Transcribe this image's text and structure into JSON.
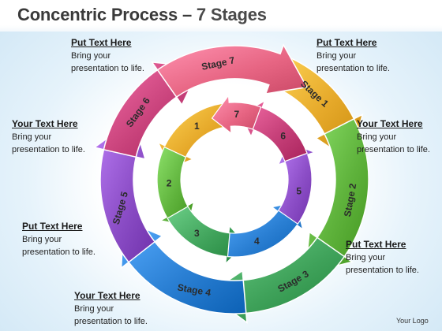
{
  "title": {
    "main": "Concentric Process – ",
    "sub": "7 Stages"
  },
  "colors": {
    "stage1": "#e6a92a",
    "stage2": "#5fb33c",
    "stage3": "#3fa25a",
    "stage4": "#2a7fd3",
    "stage5": "#8d4fc8",
    "stage6": "#c7417a",
    "stage7": "#e76583"
  },
  "outer_ring": [
    {
      "label": "Stage 1",
      "color": "#e6a92a"
    },
    {
      "label": "Stage 2",
      "color": "#5fb33c"
    },
    {
      "label": "Stage 3",
      "color": "#3fa25a"
    },
    {
      "label": "Stage 4",
      "color": "#2a7fd3"
    },
    {
      "label": "Stage 5",
      "color": "#8d4fc8"
    },
    {
      "label": "Stage 6",
      "color": "#c7417a"
    },
    {
      "label": "Stage 7",
      "color": "#e76583"
    }
  ],
  "inner_ring": [
    {
      "label": "1",
      "color": "#e6a92a"
    },
    {
      "label": "2",
      "color": "#5fb33c"
    },
    {
      "label": "3",
      "color": "#3fa25a"
    },
    {
      "label": "4",
      "color": "#2a7fd3"
    },
    {
      "label": "5",
      "color": "#8d4fc8"
    },
    {
      "label": "6",
      "color": "#c7417a"
    },
    {
      "label": "7",
      "color": "#e76583"
    }
  ],
  "notes": [
    {
      "heading": "Put Text Here",
      "line1": "Bring your",
      "line2": "presentation to life."
    },
    {
      "heading": "Put Text Here",
      "line1": "Bring your",
      "line2": "presentation to life."
    },
    {
      "heading": "Your Text Here",
      "line1": "Bring your",
      "line2": "presentation to life."
    },
    {
      "heading": "Your Text Here",
      "line1": "Bring your",
      "line2": "presentation to life."
    },
    {
      "heading": "Put Text Here",
      "line1": "Bring your",
      "line2": "presentation to life."
    },
    {
      "heading": "Put Text Here",
      "line1": "Bring your",
      "line2": "presentation to life."
    },
    {
      "heading": "Your Text Here",
      "line1": "Bring your",
      "line2": "presentation to life."
    }
  ],
  "logo": "Your Logo"
}
